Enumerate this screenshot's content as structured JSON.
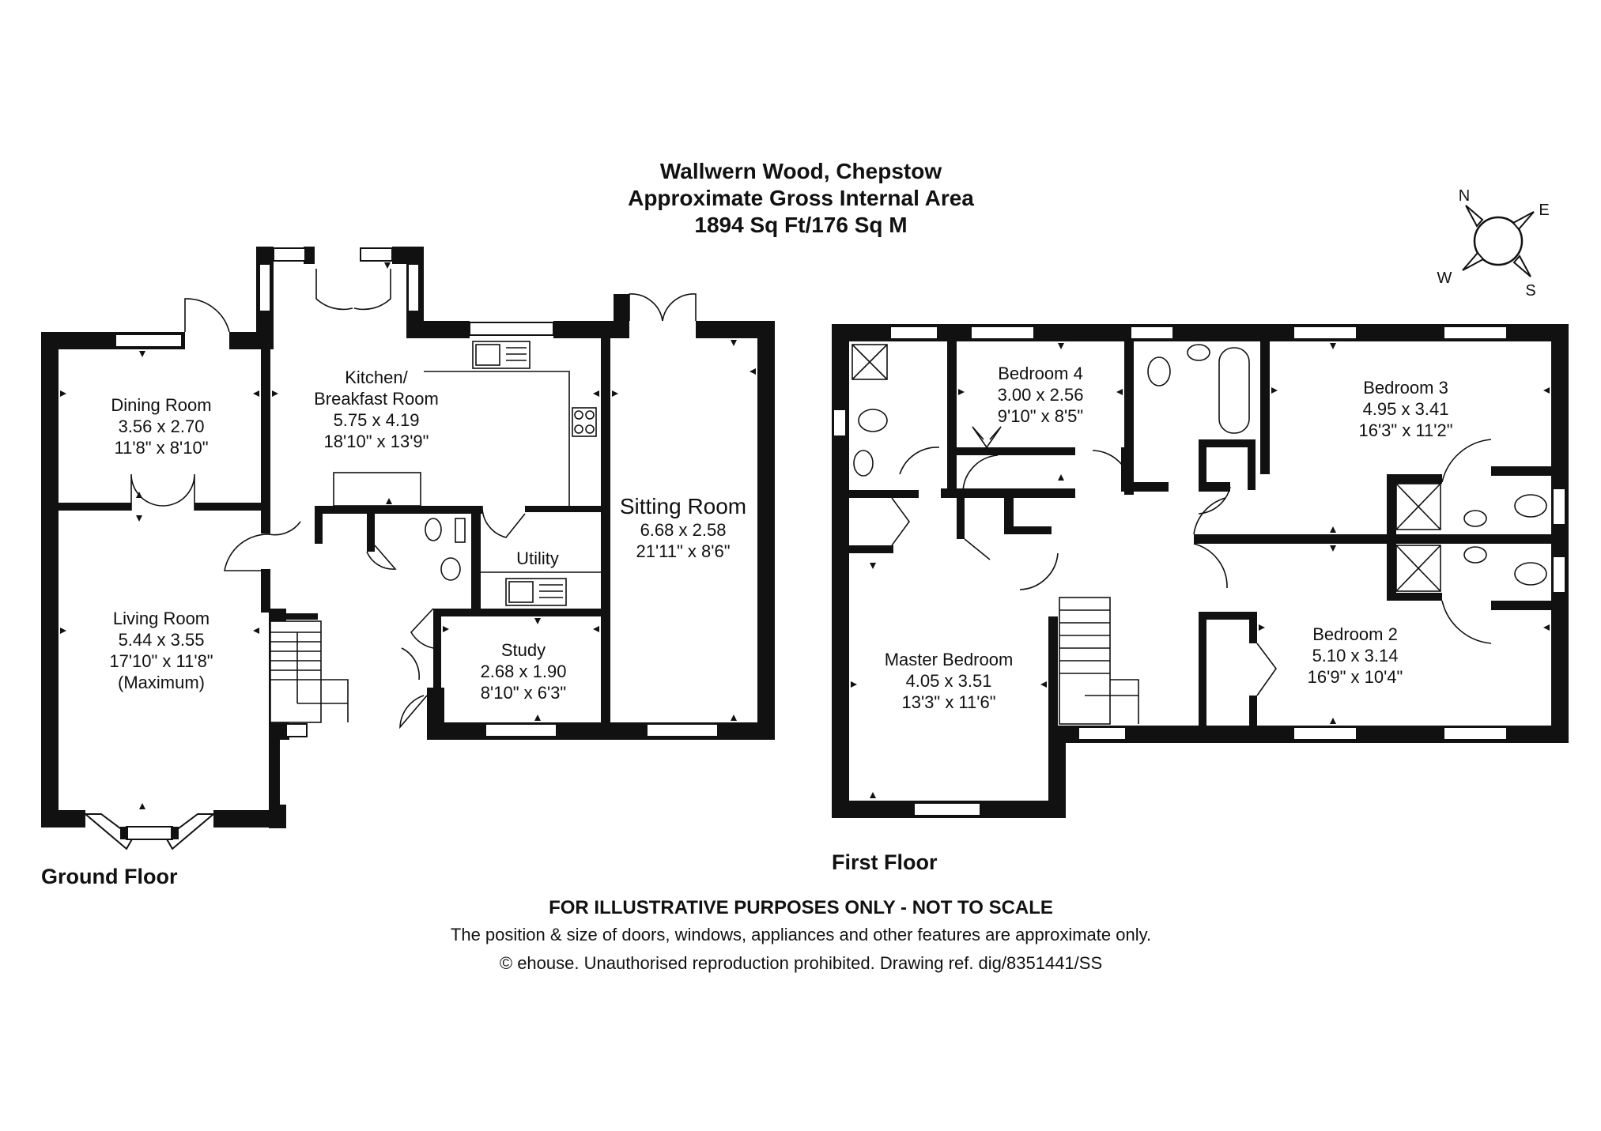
{
  "header": {
    "title": "Wallwern Wood, Chepstow",
    "subtitle": "Approximate Gross Internal Area",
    "area": "1894 Sq Ft/176 Sq M"
  },
  "compass": {
    "n": "N",
    "e": "E",
    "s": "S",
    "w": "W"
  },
  "ground_floor": {
    "label": "Ground Floor",
    "dining": {
      "name": "Dining Room",
      "metric": "3.56 x 2.70",
      "imperial": "11'8\" x 8'10\""
    },
    "kitchen": {
      "name1": "Kitchen/",
      "name2": "Breakfast Room",
      "metric": "5.75 x 4.19",
      "imperial": "18'10\" x 13'9\""
    },
    "sitting": {
      "name": "Sitting Room",
      "metric": "6.68 x 2.58",
      "imperial": "21'11\" x 8'6\""
    },
    "living": {
      "name": "Living Room",
      "metric": "5.44 x 3.55",
      "imperial": "17'10\" x 11'8\"",
      "note": "(Maximum)"
    },
    "utility": {
      "name": "Utility"
    },
    "study": {
      "name": "Study",
      "metric": "2.68 x 1.90",
      "imperial": "8'10\" x 6'3\""
    }
  },
  "first_floor": {
    "label": "First Floor",
    "bedroom4": {
      "name": "Bedroom 4",
      "metric": "3.00 x 2.56",
      "imperial": "9'10\" x 8'5\""
    },
    "bedroom3": {
      "name": "Bedroom 3",
      "metric": "4.95 x 3.41",
      "imperial": "16'3\" x 11'2\""
    },
    "master": {
      "name": "Master Bedroom",
      "metric": "4.05 x 3.51",
      "imperial": "13'3\" x 11'6\""
    },
    "bedroom2": {
      "name": "Bedroom 2",
      "metric": "5.10 x 3.14",
      "imperial": "16'9\" x 10'4\""
    }
  },
  "footer": {
    "disclaimer": "FOR ILLUSTRATIVE PURPOSES ONLY - NOT TO SCALE",
    "note": "The position & size of doors, windows, appliances and other features are approximate only.",
    "copyright": "© ehouse. Unauthorised reproduction prohibited. Drawing ref. dig/8351441/SS"
  }
}
